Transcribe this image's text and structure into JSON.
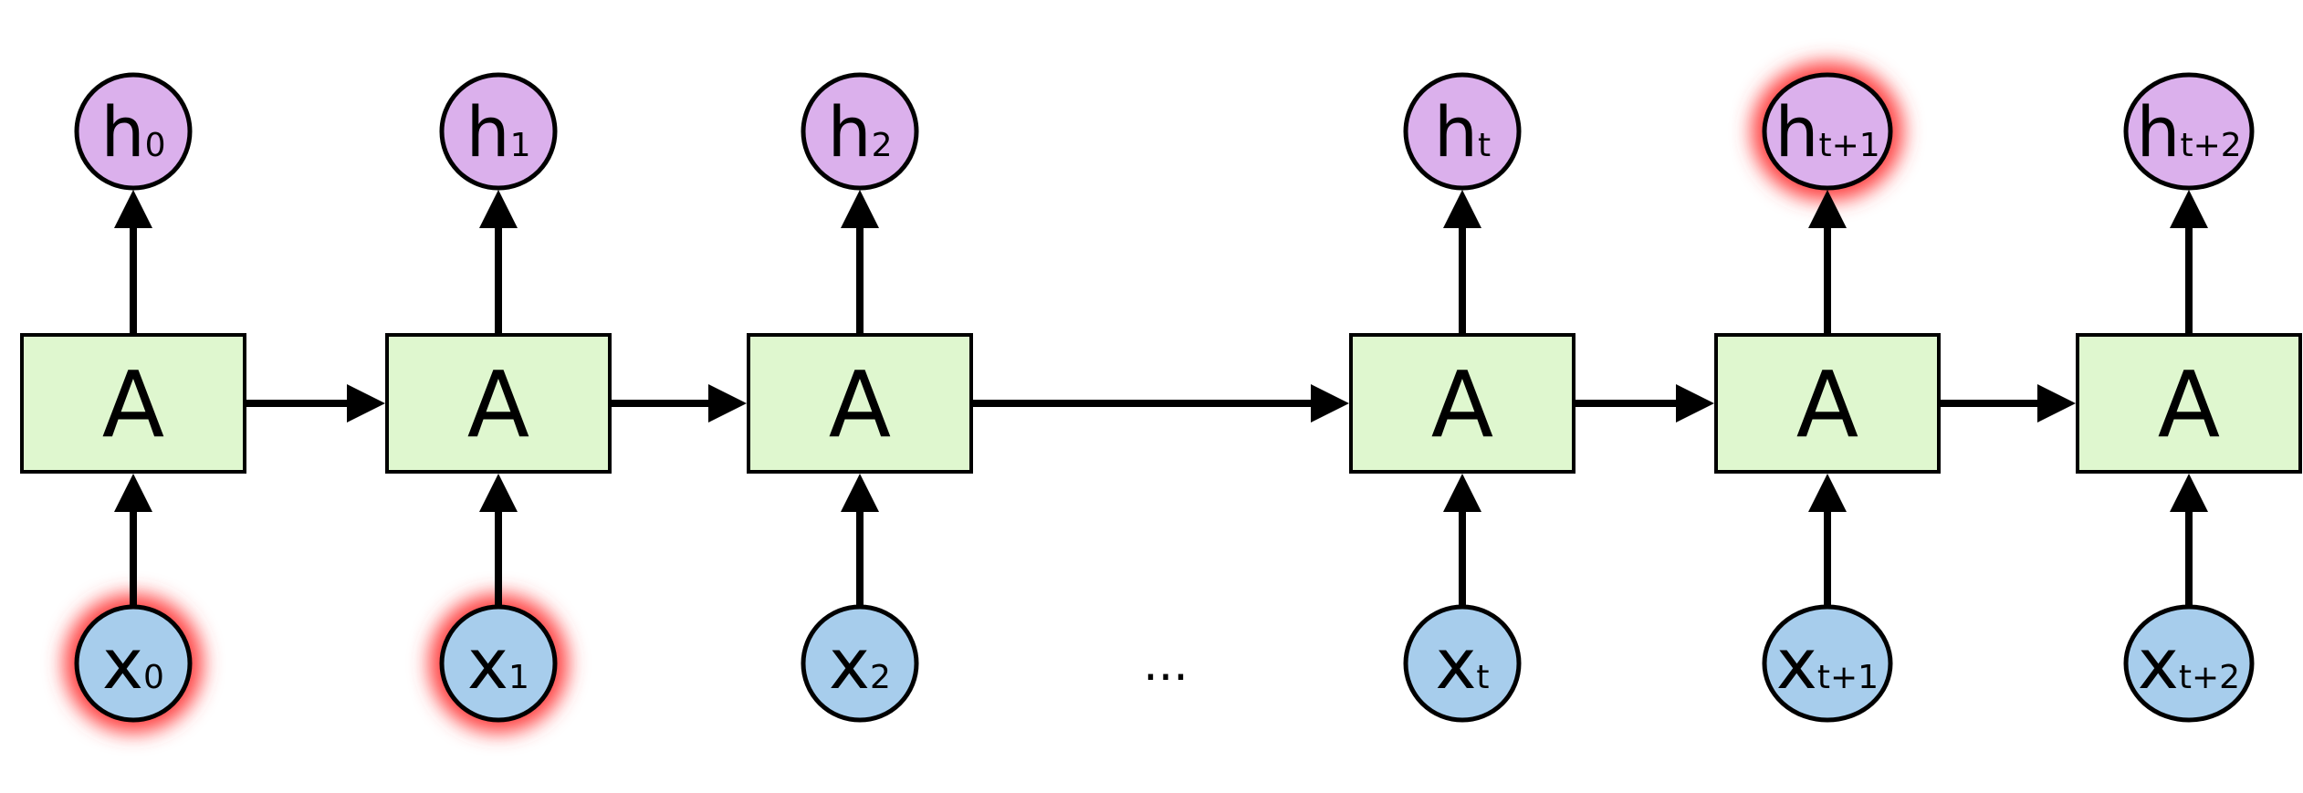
{
  "diagram": {
    "cell_label": "A",
    "highlight_color": "#ff4040",
    "colors": {
      "cell_fill": "#dff7cf",
      "output_fill": "#dbb0ec",
      "input_fill": "#a7cdec",
      "stroke": "#000000"
    },
    "steps": [
      {
        "h_main": "h",
        "h_sub": "0",
        "x_main": "x",
        "x_sub": "0",
        "h_highlight": false,
        "x_highlight": true
      },
      {
        "h_main": "h",
        "h_sub": "1",
        "x_main": "x",
        "x_sub": "1",
        "h_highlight": false,
        "x_highlight": true
      },
      {
        "h_main": "h",
        "h_sub": "2",
        "x_main": "x",
        "x_sub": "2",
        "h_highlight": false,
        "x_highlight": false
      },
      {
        "h_main": "h",
        "h_sub": "t",
        "x_main": "x",
        "x_sub": "t",
        "h_highlight": false,
        "x_highlight": false
      },
      {
        "h_main": "h",
        "h_sub": "t+1",
        "x_main": "x",
        "x_sub": "t+1",
        "h_highlight": true,
        "x_highlight": false
      },
      {
        "h_main": "h",
        "h_sub": "t+2",
        "x_main": "x",
        "x_sub": "t+2",
        "h_highlight": false,
        "x_highlight": false
      }
    ],
    "ellipsis": "..."
  }
}
